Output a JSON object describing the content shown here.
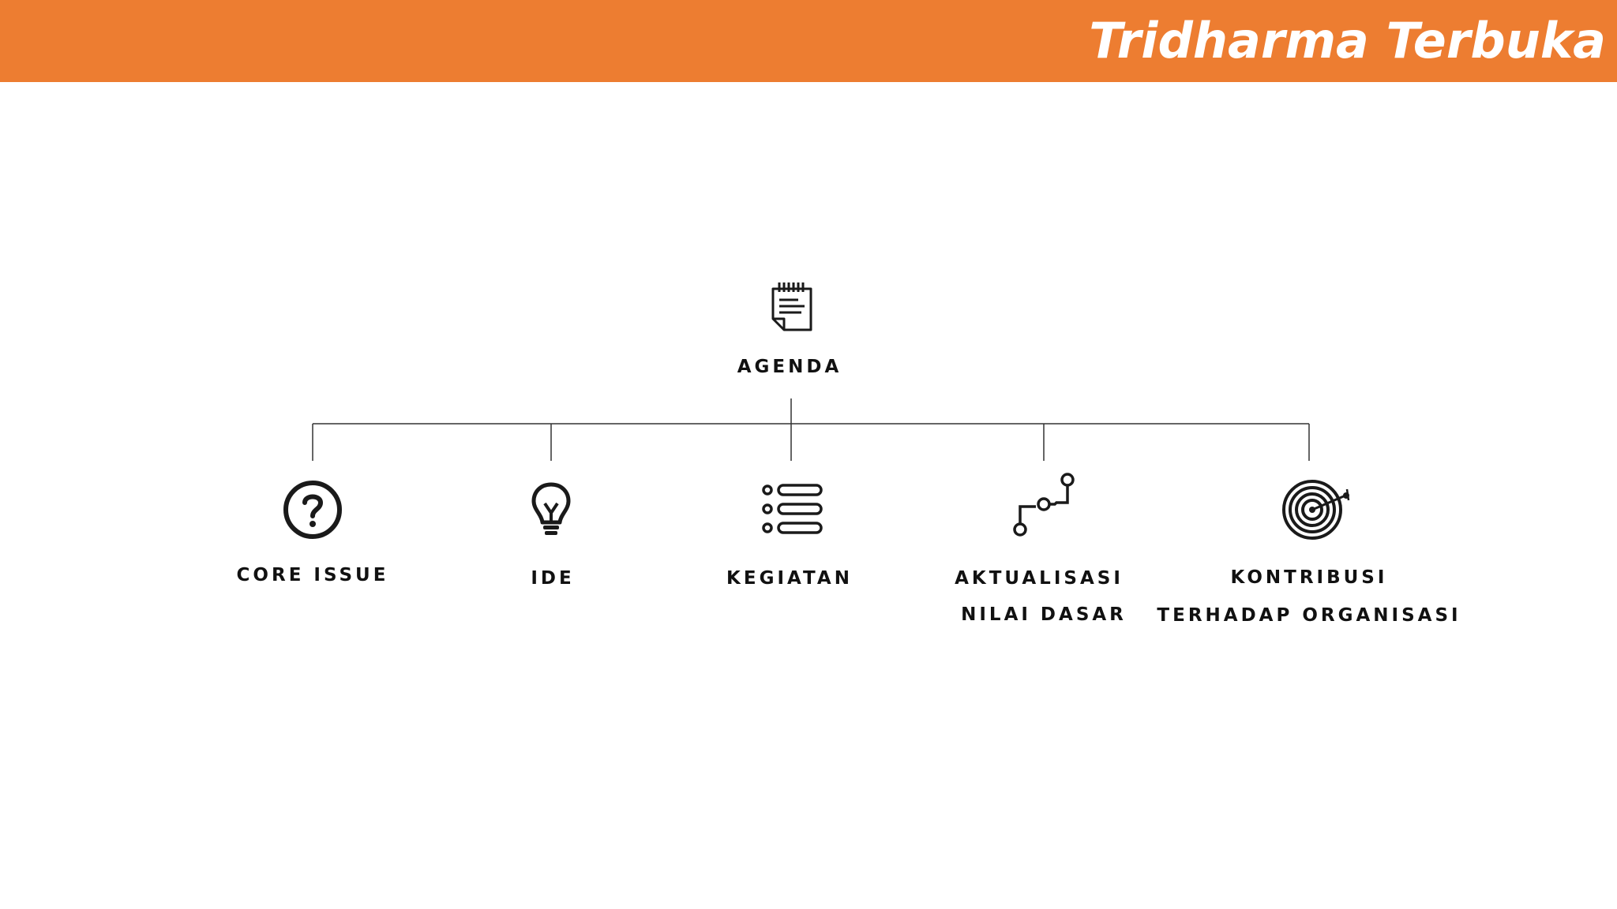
{
  "header": {
    "title": "Tridharma Terbuka",
    "background_color": "#ED7D31",
    "title_color": "#FFFFFF"
  },
  "diagram": {
    "root": {
      "label": "AGENDA",
      "icon": "notepad-icon"
    },
    "children": [
      {
        "label_lines": [
          "CORE ISSUE"
        ],
        "icon": "question-circle-icon"
      },
      {
        "label_lines": [
          "IDE"
        ],
        "icon": "lightbulb-icon"
      },
      {
        "label_lines": [
          "KEGIATAN"
        ],
        "icon": "list-icon"
      },
      {
        "label_lines": [
          "AKTUALISASI",
          "NILAI DASAR"
        ],
        "icon": "step-path-icon"
      },
      {
        "label_lines": [
          "KONTRIBUSI",
          "TERHADAP ORGANISASI"
        ],
        "icon": "target-icon"
      }
    ],
    "line_color": "#333333",
    "icon_color": "#1A1A1A"
  }
}
